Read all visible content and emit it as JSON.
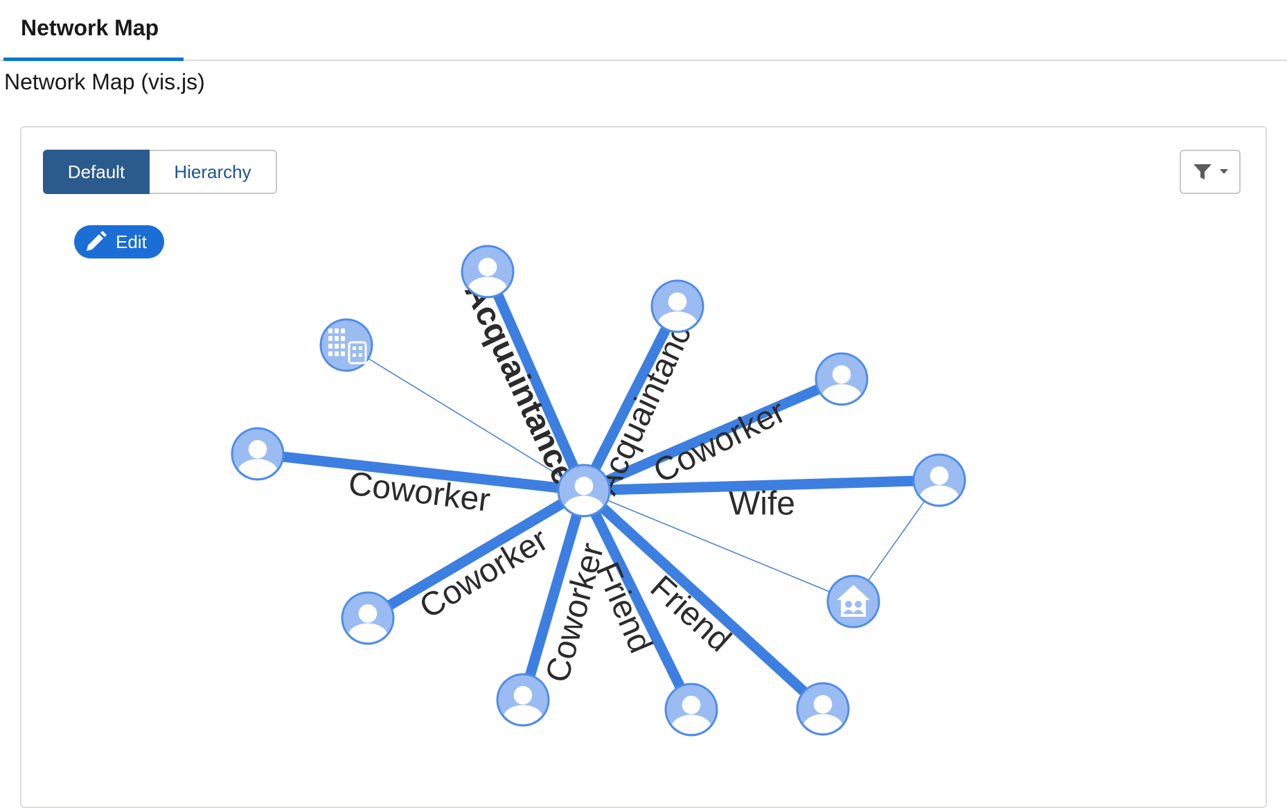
{
  "tabs": [
    {
      "label": "Network Map",
      "active": true
    }
  ],
  "page_title": "Network Map (vis.js)",
  "view_toggle": {
    "options": [
      "Default",
      "Hierarchy"
    ],
    "selected": "Default"
  },
  "edit_label": "Edit",
  "colors": {
    "accent": "#0176d3",
    "selected_button": "#2b5a8c",
    "edge": "#3d7fe0",
    "node_fill": "#9bbcf2",
    "node_border": "#4f8bea"
  },
  "network": {
    "center": {
      "type": "person"
    },
    "edges": [
      {
        "label": "Acquaintance",
        "node_type": "person",
        "emphasis": "bold"
      },
      {
        "label": "Acquaintance",
        "node_type": "person"
      },
      {
        "label": "Coworker",
        "node_type": "person"
      },
      {
        "label": "Wife",
        "node_type": "person"
      },
      {
        "label": "",
        "node_type": "household"
      },
      {
        "label": "Friend",
        "node_type": "person"
      },
      {
        "label": "Friend",
        "node_type": "person"
      },
      {
        "label": "Coworker",
        "node_type": "person"
      },
      {
        "label": "Coworker",
        "node_type": "person"
      },
      {
        "label": "Coworker",
        "node_type": "person"
      },
      {
        "label": "",
        "node_type": "building"
      }
    ],
    "extra_links": [
      {
        "from": "Wife",
        "to": "household"
      }
    ]
  }
}
